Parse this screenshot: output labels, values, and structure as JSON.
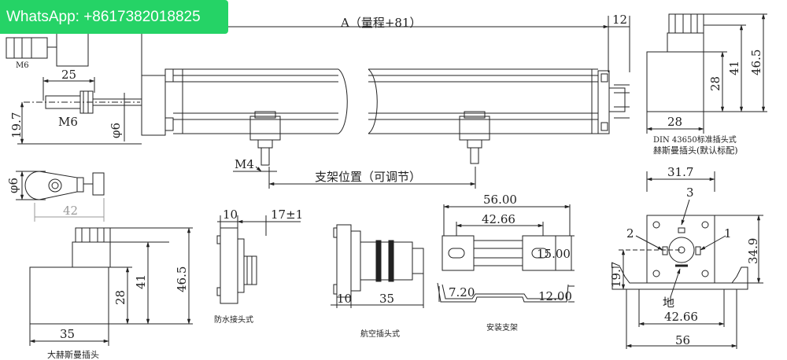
{
  "watermark": {
    "text": "WhatsApp: +8617382018825"
  },
  "main_view": {
    "length_label": "A（量程+81）",
    "end_dim": "12",
    "m6_top": "M6",
    "dim_25": "25",
    "m6_rod": "M6",
    "dim_19_7": "19.7",
    "phi6": "φ6",
    "m4": "M4",
    "bracket_position": "支架位置（可调节）"
  },
  "rod_end": {
    "phi6": "φ6",
    "dim_42": "42"
  },
  "din_connector": {
    "dim_28w": "28",
    "dim_28h": "28",
    "dim_41": "41",
    "dim_46_5": "46.5",
    "caption1": "DIN 43650标准插头式",
    "caption2": "赫斯曼插头(默认标配)"
  },
  "large_hirschmann": {
    "dim_28": "28",
    "dim_41": "41",
    "dim_46_5": "46.5",
    "dim_35": "35",
    "caption": "大赫斯曼插头"
  },
  "waterproof": {
    "dim_10": "10",
    "dim_17": "17±1",
    "caption": "防水接头式"
  },
  "aviation": {
    "dim_10": "10",
    "dim_35": "35",
    "caption": "航空插头式"
  },
  "mount_bracket": {
    "dim_56": "56.00",
    "dim_42_66": "42.66",
    "dim_15": "15.00",
    "dim_7_2": "7.20",
    "dim_12": "12.00",
    "caption": "安装支架"
  },
  "pin_view": {
    "dim_31_7": "31.7",
    "pin3": "3",
    "pin2": "2",
    "pin1": "1",
    "dim_34_9": "34.9",
    "dim_19_7": "19.7",
    "ground": "地",
    "dim_42_66": "42.66",
    "dim_56": "56"
  }
}
